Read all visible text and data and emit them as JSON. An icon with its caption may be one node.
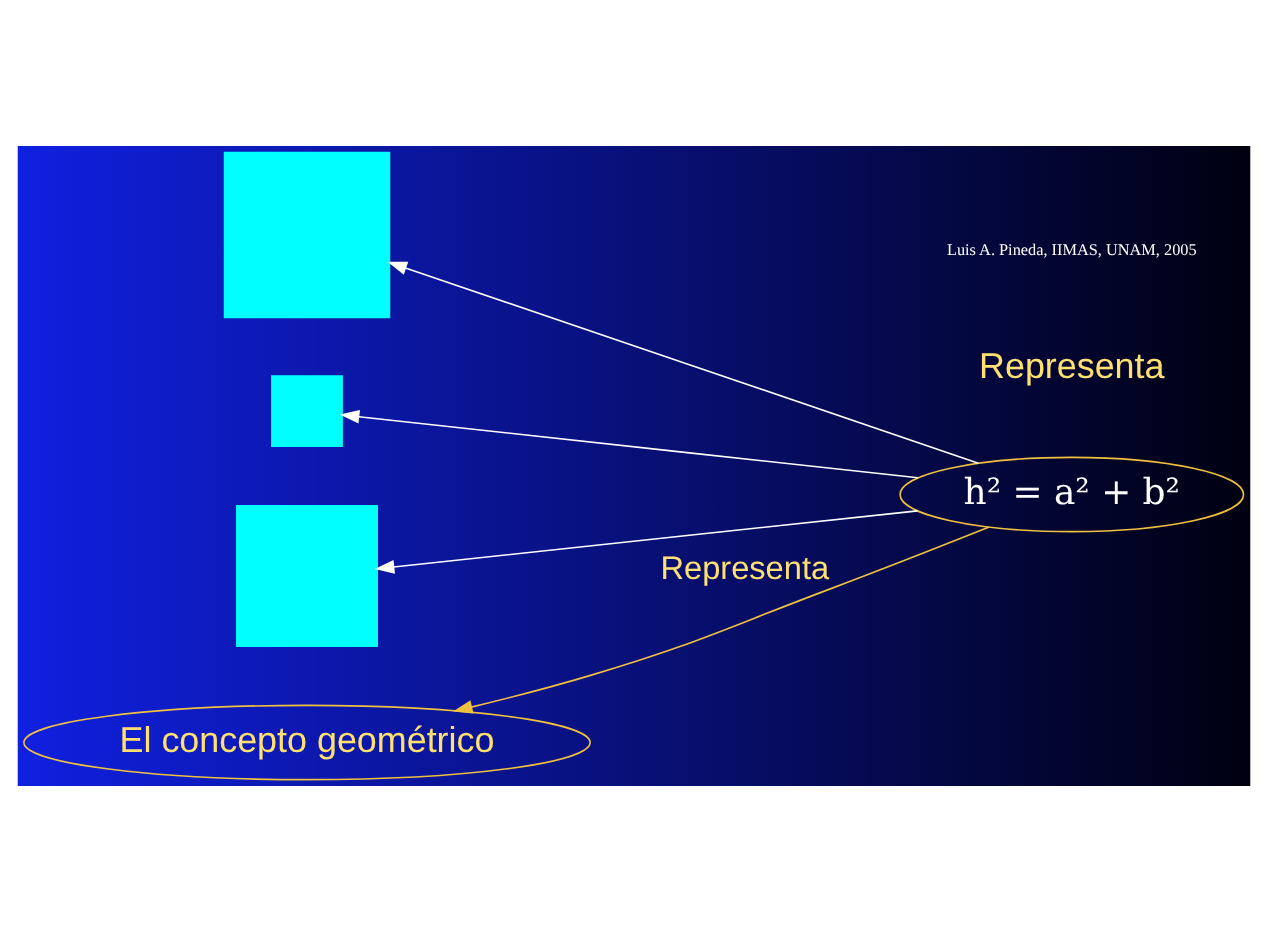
{
  "diagram": {
    "nodes": [
      {
        "text": [],
        "shape": "box"
      },
      {
        "text": [],
        "shape": "box"
      },
      {
        "text": [],
        "shape": "box"
      },
      {
        "text": [
          "h² = a² + b²"
        ]
      },
      {
        "text": [
          "El concepto geométrico"
        ]
      }
    ],
    "edges": [
      {
        "from": 3,
        "to": 0,
        "arrow": "to"
      },
      {
        "from": 3,
        "to": 1,
        "arrow": "to"
      },
      {
        "from": 3,
        "to": 2,
        "arrow": "to"
      },
      {
        "from": 3,
        "to": 4,
        "label": "Representa",
        "arrow": "to",
        "color": "#f0c040"
      }
    ],
    "labels": [
      "Representa",
      "Luis A. Pineda, IIMAS, UNAM, 2005"
    ]
  }
}
